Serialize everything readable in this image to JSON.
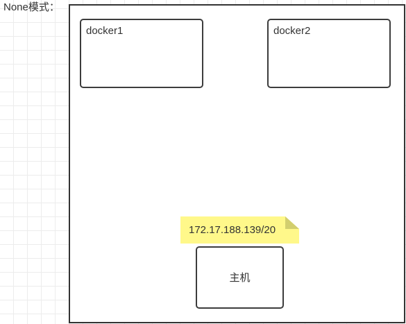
{
  "title": "None模式：",
  "containers": [
    {
      "label": "docker1"
    },
    {
      "label": "docker2"
    }
  ],
  "ip_note": {
    "text": "172.17.188.139/20",
    "color": "#fff88a"
  },
  "host": {
    "label": "主机"
  }
}
